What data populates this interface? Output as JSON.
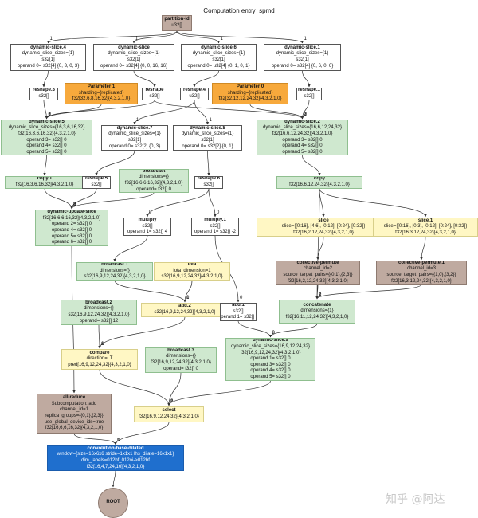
{
  "title": "Computation entry_spmd",
  "nodes": [
    {
      "id": "partition_id",
      "color": "brown",
      "title": "partition-id",
      "lines": [
        "u32[]"
      ]
    },
    {
      "id": "ds4",
      "color": "white",
      "title": "dynamic-slice.4",
      "lines": [
        "dynamic_slice_sizes={1}",
        "s32[1]",
        "operand 0= s32[4] {0, 3, 0, 3}"
      ]
    },
    {
      "id": "ds",
      "color": "white",
      "title": "dynamic-slice",
      "lines": [
        "dynamic_slice_sizes={1}",
        "s32[1]",
        "operand 0= s32[4] {0, 0, 16, 16}"
      ]
    },
    {
      "id": "ds6",
      "color": "white",
      "title": "dynamic-slice.6",
      "lines": [
        "dynamic_slice_sizes={1}",
        "s32[1]",
        "operand 0= u32[4] {0, 1, 0, 1}"
      ]
    },
    {
      "id": "ds1",
      "color": "white",
      "title": "dynamic-slice.1",
      "lines": [
        "dynamic_slice_sizes={1}",
        "s32[1]",
        "operand 0= s32[4] {0, 6, 0, 6}"
      ]
    },
    {
      "id": "reshape3",
      "color": "white",
      "title": "reshape.3",
      "lines": [
        "s32[]"
      ]
    },
    {
      "id": "param1",
      "color": "orange",
      "title": "Parameter 1",
      "lines": [
        "sharding={replicated}",
        "f32[32,6,8,16,32]{4,3,2,1,0}"
      ]
    },
    {
      "id": "reshape",
      "color": "white",
      "title": "reshape",
      "lines": [
        "s32[]"
      ]
    },
    {
      "id": "reshape4",
      "color": "white",
      "title": "reshape.4",
      "lines": [
        "u32[]"
      ]
    },
    {
      "id": "param0",
      "color": "orange",
      "title": "Parameter 0",
      "lines": [
        "sharding={replicated}",
        "f32[32,12,12,24,32]{4,3,2,1,0}"
      ]
    },
    {
      "id": "reshape1",
      "color": "white",
      "title": "reshape.1",
      "lines": [
        "s32[]"
      ]
    },
    {
      "id": "ds5",
      "color": "green",
      "title": "dynamic-slice.5",
      "lines": [
        "dynamic_slice_sizes={16,3,6,16,32}",
        "f32[16,3,6,16,32]{4,3,2,1,0}",
        "operand 3= s32[] 0",
        "operand 4= s32[] 0",
        "operand 5= s32[] 0"
      ]
    },
    {
      "id": "ds7",
      "color": "white",
      "title": "dynamic-slice.7",
      "lines": [
        "dynamic_slice_sizes={1}",
        "s32[1]",
        "operand 0= s32[2] {0, 3}"
      ]
    },
    {
      "id": "ds8",
      "color": "white",
      "title": "dynamic-slice.8",
      "lines": [
        "dynamic_slice_sizes={1}",
        "s32[1]",
        "operand 0= s32[2] {0, 1}"
      ]
    },
    {
      "id": "ds2",
      "color": "green",
      "title": "dynamic-slice.2",
      "lines": [
        "dynamic_slice_sizes={16,6,12,24,32}",
        "f32[16,6,12,24,32]{4,3,2,1,0}",
        "operand 3= s32[] 0",
        "operand 4= s32[] 0",
        "operand 5= s32[] 0"
      ]
    },
    {
      "id": "copy1",
      "color": "green",
      "title": "copy.1",
      "lines": [
        "f32[16,3,6,16,32]{4,3,2,1,0}"
      ]
    },
    {
      "id": "reshape5",
      "color": "white",
      "title": "reshape.5",
      "lines": [
        "s32[]"
      ]
    },
    {
      "id": "broadcast",
      "color": "green",
      "title": "broadcast",
      "lines": [
        "dimensions={}",
        "f32[16,6,6,16,32]{4,3,2,1,0}",
        "operand= f32[] 0"
      ]
    },
    {
      "id": "reshape6",
      "color": "white",
      "title": "reshape.6",
      "lines": [
        "s32[]"
      ]
    },
    {
      "id": "copy",
      "color": "green",
      "title": "copy",
      "lines": [
        "f32[16,6,12,24,32]{4,3,2,1,0}"
      ]
    },
    {
      "id": "dus",
      "color": "green",
      "title": "dynamic-update-slice",
      "lines": [
        "f32[16,6,6,16,32]{4,3,2,1,0}",
        "operand 2= s32[] 0",
        "operand 4= s32[] 0",
        "operand 5= s32[] 0",
        "operand 6= s32[] 0"
      ]
    },
    {
      "id": "multiply",
      "color": "white",
      "title": "multiply",
      "lines": [
        "s32[]",
        "operand 1= s32[] 4"
      ]
    },
    {
      "id": "multiply1",
      "color": "white",
      "title": "multiply.1",
      "lines": [
        "s32[]",
        "operand 1= s32[] -2"
      ]
    },
    {
      "id": "slice",
      "color": "yellow",
      "title": "slice",
      "lines": [
        "slice={[0:16], [4:6], [0:12], [0:24], [0:32]}",
        "f32[16,2,12,24,32]{4,3,2,1,0}"
      ]
    },
    {
      "id": "slice1",
      "color": "yellow",
      "title": "slice.1",
      "lines": [
        "slice={[0:16], [0:3], [0:12], [0:24], [0:32]}",
        "f32[16,3,12,24,32]{4,3,2,1,0}"
      ]
    },
    {
      "id": "broadcast1",
      "color": "green",
      "title": "broadcast.1",
      "lines": [
        "dimensions={}",
        "s32[16,9,12,24,32]{4,3,2,1,0}"
      ]
    },
    {
      "id": "iota",
      "color": "yellow",
      "title": "iota",
      "lines": [
        "iota_dimension=1",
        "s32[16,9,12,24,32]{4,3,2,1,0}"
      ]
    },
    {
      "id": "cperm",
      "color": "brown",
      "title": "collective-permute",
      "lines": [
        "channel_id=2",
        "source_target_pairs={{0,1},{2,3}}",
        "f32[16,2,12,24,32]{4,3,2,1,0}"
      ]
    },
    {
      "id": "cperm1",
      "color": "brown",
      "title": "collective-permute.1",
      "lines": [
        "channel_id=3",
        "source_target_pairs={{1,0},{3,2}}",
        "f32[16,3,12,24,32]{4,3,2,1,0}"
      ]
    },
    {
      "id": "broadcast2",
      "color": "green",
      "title": "broadcast.2",
      "lines": [
        "dimensions={}",
        "s32[16,9,12,24,32]{4,3,2,1,0}",
        "operand= s32[] 12"
      ]
    },
    {
      "id": "add2",
      "color": "yellow",
      "title": "add.2",
      "lines": [
        "s32[16,9,12,24,32]{4,3,2,1,0}"
      ]
    },
    {
      "id": "concat",
      "color": "green",
      "title": "concatenate",
      "lines": [
        "dimensions={1}",
        "f32[16,11,12,24,32]{4,3,2,1,0}"
      ]
    },
    {
      "id": "add1",
      "color": "white",
      "title": "add.1",
      "lines": [
        "s32[]",
        "operand 1= s32[] 2"
      ]
    },
    {
      "id": "ds9",
      "color": "green",
      "title": "dynamic-slice.9",
      "lines": [
        "dynamic_slice_sizes={16,9,12,24,32}",
        "f32[16,9,12,24,32]{4,3,2,1,0}",
        "operand 1= s32[] 0",
        "operand 3= s32[] 0",
        "operand 4= s32[] 0",
        "operand 5= s32[] 0"
      ]
    },
    {
      "id": "compare",
      "color": "yellow",
      "title": "compare",
      "lines": [
        "direction=LT",
        "pred[16,9,12,24,32]{4,3,2,1,0}"
      ]
    },
    {
      "id": "broadcast3",
      "color": "green",
      "title": "broadcast.3",
      "lines": [
        "dimensions={}",
        "f32[16,9,12,24,32]{4,3,2,1,0}",
        "operand= f32[] 0"
      ]
    },
    {
      "id": "allreduce",
      "color": "brown",
      "title": "all-reduce",
      "lines": [
        "Subcomputation: add",
        "channel_id=1",
        "replica_groups={{0,1},{2,3}}",
        "use_global_device_ids=true",
        "f32[16,6,6,16,32]{4,3,2,1,0}"
      ]
    },
    {
      "id": "select",
      "color": "yellow",
      "title": "select",
      "lines": [
        "f32[16,9,12,24,32]{4,3,2,1,0}"
      ]
    },
    {
      "id": "conv",
      "color": "blue",
      "title": "convolution-base-dilated",
      "lines": [
        "window={size=16x6x6 stride=1x1x1 lhs_dilate=16x1x1}",
        "dim_labels=012bf_012oi->012bf",
        "f32[16,4,7,24,16]{4,3,2,1,0}"
      ]
    },
    {
      "id": "root",
      "color": "root",
      "title": "ROOT",
      "lines": []
    }
  ],
  "edges": [
    {
      "from": "partition_id",
      "to": "ds4",
      "label": "1"
    },
    {
      "from": "partition_id",
      "to": "ds",
      "label": "1"
    },
    {
      "from": "partition_id",
      "to": "ds6",
      "label": "1"
    },
    {
      "from": "partition_id",
      "to": "ds1",
      "label": "1"
    },
    {
      "from": "ds4",
      "to": "reshape3",
      "label": ""
    },
    {
      "from": "ds",
      "to": "reshape",
      "label": ""
    },
    {
      "from": "ds6",
      "to": "reshape4",
      "label": ""
    },
    {
      "from": "ds1",
      "to": "reshape1",
      "label": ""
    },
    {
      "from": "param1",
      "to": "ds5",
      "label": "0"
    },
    {
      "from": "reshape3",
      "to": "ds5",
      "label": "2"
    },
    {
      "from": "reshape",
      "to": "ds5",
      "label": "1"
    },
    {
      "from": "reshape4",
      "to": "ds7",
      "label": "1"
    },
    {
      "from": "reshape4",
      "to": "ds8",
      "label": "1"
    },
    {
      "from": "param0",
      "to": "ds2",
      "label": "0"
    },
    {
      "from": "reshape1",
      "to": "ds2",
      "label": "2"
    },
    {
      "from": "reshape",
      "to": "ds2",
      "label": "1"
    },
    {
      "from": "ds5",
      "to": "copy1",
      "label": ""
    },
    {
      "from": "ds7",
      "to": "reshape5",
      "label": ""
    },
    {
      "from": "ds8",
      "to": "reshape6",
      "label": ""
    },
    {
      "from": "ds2",
      "to": "copy",
      "label": ""
    },
    {
      "from": "copy1",
      "to": "dus",
      "label": "1"
    },
    {
      "from": "reshape5",
      "to": "dus",
      "label": "3"
    },
    {
      "from": "broadcast",
      "to": "dus",
      "label": "0"
    },
    {
      "from": "reshape6",
      "to": "multiply",
      "label": "0"
    },
    {
      "from": "reshape6",
      "to": "multiply1",
      "label": "0"
    },
    {
      "from": "copy",
      "to": "slice",
      "label": ""
    },
    {
      "from": "copy",
      "to": "slice1",
      "label": ""
    },
    {
      "from": "copy",
      "to": "concat",
      "label": "1"
    },
    {
      "from": "slice",
      "to": "cperm",
      "label": ""
    },
    {
      "from": "slice1",
      "to": "cperm1",
      "label": ""
    },
    {
      "from": "multiply",
      "to": "broadcast1",
      "label": ""
    },
    {
      "from": "broadcast1",
      "to": "add2",
      "label": "1"
    },
    {
      "from": "iota",
      "to": "add2",
      "label": "0"
    },
    {
      "from": "cperm",
      "to": "concat",
      "label": "0"
    },
    {
      "from": "cperm1",
      "to": "concat",
      "label": "2"
    },
    {
      "from": "multiply1",
      "to": "add1",
      "label": "0"
    },
    {
      "from": "concat",
      "to": "ds9",
      "label": "0"
    },
    {
      "from": "add1",
      "to": "ds9",
      "label": "2"
    },
    {
      "from": "broadcast2",
      "to": "compare",
      "label": "1"
    },
    {
      "from": "add2",
      "to": "compare",
      "label": "0"
    },
    {
      "from": "dus",
      "to": "allreduce",
      "label": ""
    },
    {
      "from": "compare",
      "to": "select",
      "label": "0"
    },
    {
      "from": "broadcast3",
      "to": "select",
      "label": "2"
    },
    {
      "from": "ds9",
      "to": "select",
      "label": "1"
    },
    {
      "from": "allreduce",
      "to": "conv",
      "label": "1"
    },
    {
      "from": "select",
      "to": "conv",
      "label": "0"
    },
    {
      "from": "conv",
      "to": "root",
      "label": ""
    }
  ],
  "watermark": "知乎 @阿达"
}
